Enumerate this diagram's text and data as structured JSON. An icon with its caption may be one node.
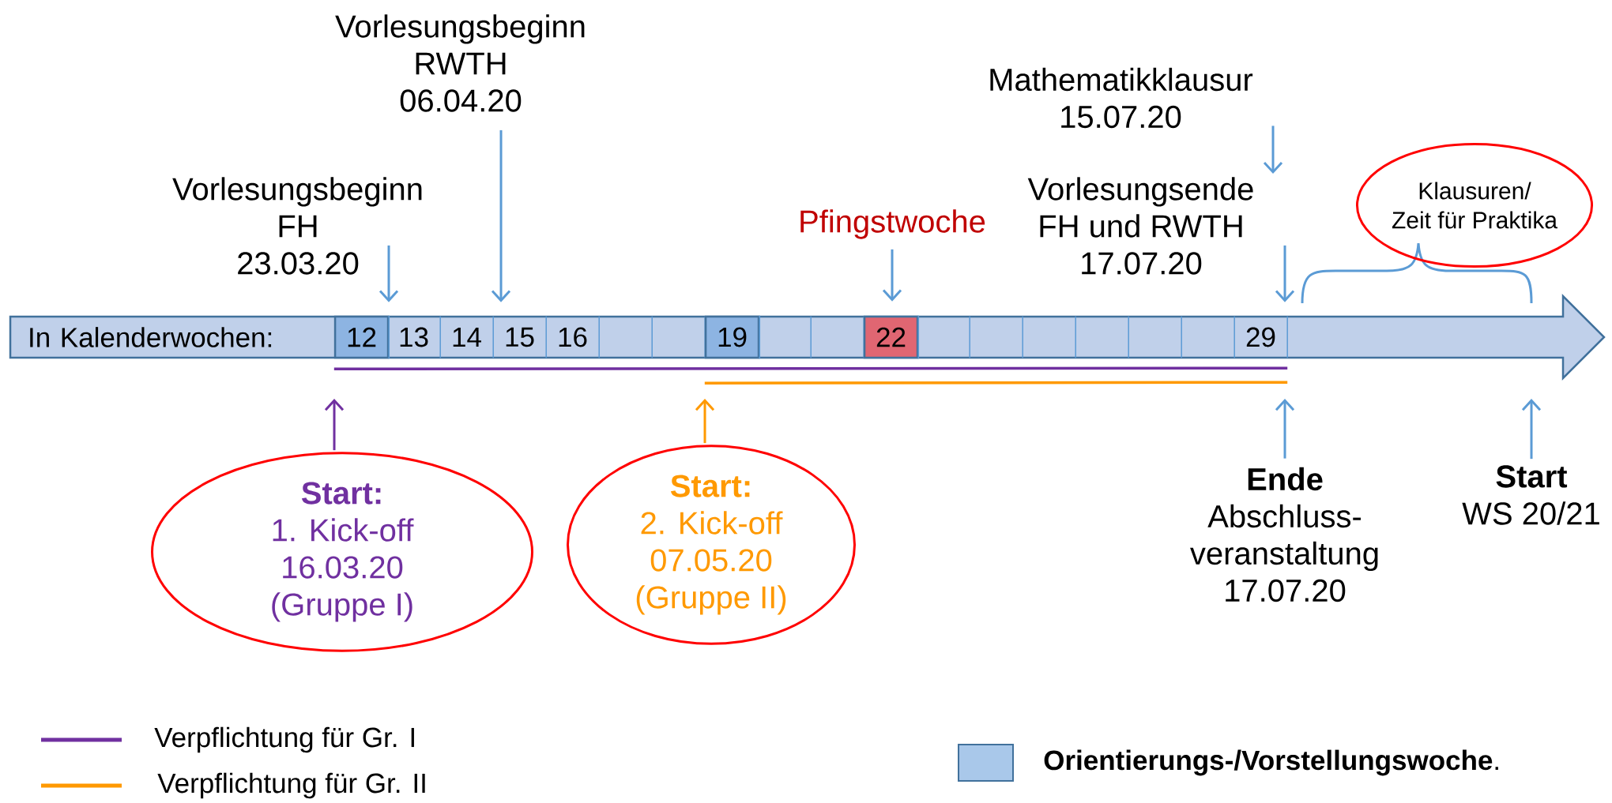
{
  "diagram": {
    "nodes": [
      {
        "text": [
          "In Kalenderwochen:"
        ]
      },
      {
        "text": [
          "12"
        ],
        "in": 0
      },
      {
        "text": [
          "13"
        ],
        "in": 0
      },
      {
        "text": [
          "14"
        ],
        "in": 0
      },
      {
        "text": [
          "15"
        ],
        "in": 0
      },
      {
        "text": [
          "16"
        ],
        "in": 0
      },
      {
        "text": [],
        "shape": "box",
        "in": 0
      },
      {
        "text": [],
        "shape": "box",
        "in": 0
      },
      {
        "text": [
          "19"
        ],
        "in": 0
      },
      {
        "text": [],
        "shape": "box",
        "in": 0
      },
      {
        "text": [],
        "shape": "box",
        "in": 0
      },
      {
        "text": [
          "22"
        ],
        "in": 0
      },
      {
        "text": [],
        "shape": "box",
        "in": 0
      },
      {
        "text": [],
        "shape": "box",
        "in": 0
      },
      {
        "text": [],
        "shape": "box",
        "in": 0
      },
      {
        "text": [],
        "shape": "box",
        "in": 0
      },
      {
        "text": [],
        "shape": "box",
        "in": 0
      },
      {
        "text": [],
        "shape": "box",
        "in": 0
      },
      {
        "text": [
          "29"
        ],
        "in": 0
      },
      {
        "text": [
          "Vorlesungsbeginn",
          "RWTH",
          "06.04.20"
        ]
      },
      {
        "text": [
          "Mathematikklausur",
          "15.07.20"
        ]
      },
      {
        "text": [
          "Vorlesungsbeginn",
          "FH",
          "23.03.20"
        ]
      },
      {
        "text": [
          "Pfingstwoche"
        ]
      },
      {
        "text": [
          "Vorlesungsende",
          "FH und RWTH",
          "17.07.20"
        ]
      },
      {
        "text": [
          "Klausuren/",
          "Zeit für Praktika"
        ]
      },
      {
        "text": [
          "Start:",
          "1. Kick-off",
          "16.03.20",
          "(Gruppe I)"
        ]
      },
      {
        "text": [
          "Start:",
          "2. Kick-off",
          "07.05.20",
          "(Gruppe II)"
        ]
      },
      {
        "text": [
          "Ende",
          "Abschluss- veranstaltung",
          "17.07.20"
        ]
      },
      {
        "text": [
          "Start",
          "WS 20/21"
        ]
      }
    ],
    "edges": [
      {
        "from": 21,
        "to": 0,
        "arrow": "to"
      },
      {
        "from": 19,
        "to": 0,
        "arrow": "to"
      },
      {
        "from": 22,
        "to": 11,
        "arrow": "to"
      },
      {
        "from": 20,
        "to": 23,
        "arrow": "to"
      },
      {
        "from": 23,
        "to": 0,
        "arrow": "to"
      },
      {
        "from": 25,
        "to": null,
        "arrow": "to",
        "color": "#7030a0"
      },
      {
        "from": 26,
        "to": null,
        "arrow": "to",
        "color": "#ff9900"
      },
      {
        "from": 27,
        "to": null,
        "arrow": "to"
      },
      {
        "from": 28,
        "to": null,
        "arrow": "to"
      },
      {
        "from": 1,
        "to": 18,
        "arrow": "none",
        "color": "#7030a0"
      },
      {
        "from": 8,
        "to": 18,
        "arrow": "none",
        "color": "#ff9900"
      }
    ],
    "legend": [
      {
        "text": "Verpflichtung für Gr. I"
      },
      {
        "text": "Verpflichtung für Gr. II"
      },
      {
        "text": "**Orientierungs-/Vorstellungswoche**.",
        "color": "#a9c8ea"
      }
    ]
  }
}
